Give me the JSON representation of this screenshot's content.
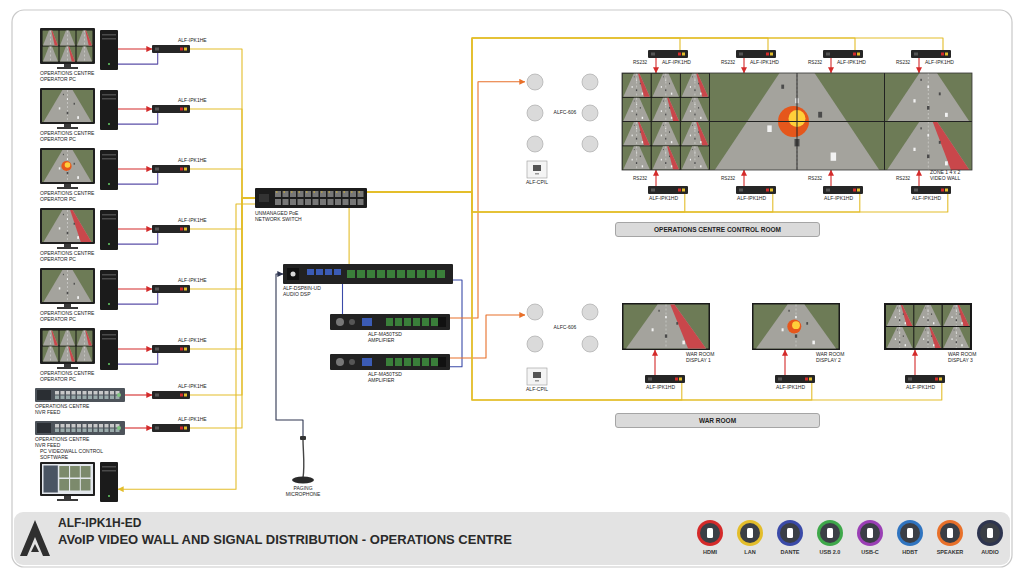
{
  "diagram": {
    "title": "AVoIP VIDEO WALL AND SIGNAL DISTRIBUTION - OPERATIONS CENTRE",
    "nodes": [
      {
        "text": [
          "OPERATIONS CENTRE OPERATOR PC"
        ]
      },
      {
        "text": [
          "ALF-IPK1HE"
        ]
      },
      {
        "text": [
          "OPERATIONS CENTRE OPERATOR PC"
        ]
      },
      {
        "text": [
          "ALF-IPK1HE"
        ]
      },
      {
        "text": [
          "OPERATIONS CENTRE OPERATOR PC"
        ]
      },
      {
        "text": [
          "ALF-IPK1HE"
        ]
      },
      {
        "text": [
          "OPERATIONS CENTRE OPERATOR PC"
        ]
      },
      {
        "text": [
          "ALF-IPK1HE"
        ]
      },
      {
        "text": [
          "OPERATIONS CENTRE OPERATOR PC"
        ]
      },
      {
        "text": [
          "ALF-IPK1HE"
        ]
      },
      {
        "text": [
          "OPERATIONS CENTRE OPERATOR PC"
        ]
      },
      {
        "text": [
          "ALF-IPK1HE"
        ]
      },
      {
        "text": [
          "OPERATIONS CENTRE NVR FEED"
        ]
      },
      {
        "text": [
          "ALF-IPK1HE"
        ]
      },
      {
        "text": [
          "OPERATIONS CENTRE NVR FEED"
        ]
      },
      {
        "text": [
          "ALF-IPK1HE"
        ]
      },
      {
        "text": [
          "PC VIDEOWALL CONTROL SOFTWARE"
        ]
      },
      {
        "text": [
          "UNMANAGED PoE NETWORK SWITCH"
        ]
      },
      {
        "text": [
          "ALF-DSP8IN-UD AUDIO DSP"
        ]
      },
      {
        "text": [
          "ALF-MA50TSD AMPLIFIER"
        ]
      },
      {
        "text": [
          "ALF-MA50TSD AMPLIFIER"
        ]
      },
      {
        "text": [
          "PAGING MICROPHONE"
        ]
      },
      {
        "text": [
          "ALFC-606"
        ]
      },
      {
        "text": [
          "ALF-CPIL"
        ]
      },
      {
        "text": [
          "ALF-IPK1HD"
        ]
      },
      {
        "text": [
          "ALF-IPK1HD"
        ]
      },
      {
        "text": [
          "ALF-IPK1HD"
        ]
      },
      {
        "text": [
          "ALF-IPK1HD"
        ]
      },
      {
        "text": [
          "ZONE 1 4 x 2 VIDEO WALL"
        ]
      },
      {
        "text": [
          "ALF-IPK1HD"
        ]
      },
      {
        "text": [
          "ALF-IPK1HD"
        ]
      },
      {
        "text": [
          "ALF-IPK1HD"
        ]
      },
      {
        "text": [
          "ALF-IPK1HD"
        ]
      },
      {
        "text": [
          "OPERATIONS CENTRE CONTROL ROOM"
        ]
      },
      {
        "text": [
          "ALFC-606"
        ]
      },
      {
        "text": [
          "ALF-CPIL"
        ]
      },
      {
        "text": [
          "WAR ROOM DISPLAY 1"
        ]
      },
      {
        "text": [
          "WAR ROOM DISPLAY 2"
        ]
      },
      {
        "text": [
          "WAR ROOM DISPLAY 3"
        ]
      },
      {
        "text": [
          "ALF-IPK1HD"
        ]
      },
      {
        "text": [
          "ALF-IPK1HD"
        ]
      },
      {
        "text": [
          "ALF-IPK1HD"
        ]
      },
      {
        "text": [
          "WAR ROOM"
        ]
      }
    ],
    "edges": [
      {
        "from": 0,
        "to": 1,
        "arrow": "to"
      },
      {
        "from": 1,
        "to": 0,
        "arrow": "none"
      },
      {
        "from": 1,
        "to": 17,
        "arrow": "none"
      },
      {
        "from": 2,
        "to": 3,
        "arrow": "to"
      },
      {
        "from": 3,
        "to": 2,
        "arrow": "none"
      },
      {
        "from": 3,
        "to": 17,
        "arrow": "none"
      },
      {
        "from": 4,
        "to": 5,
        "arrow": "to"
      },
      {
        "from": 5,
        "to": 4,
        "arrow": "none"
      },
      {
        "from": 5,
        "to": 17,
        "arrow": "none"
      },
      {
        "from": 6,
        "to": 7,
        "arrow": "to"
      },
      {
        "from": 7,
        "to": 6,
        "arrow": "none"
      },
      {
        "from": 7,
        "to": 17,
        "arrow": "none"
      },
      {
        "from": 8,
        "to": 9,
        "arrow": "to"
      },
      {
        "from": 9,
        "to": 8,
        "arrow": "none"
      },
      {
        "from": 9,
        "to": 17,
        "arrow": "none"
      },
      {
        "from": 10,
        "to": 11,
        "arrow": "to"
      },
      {
        "from": 11,
        "to": 10,
        "arrow": "none"
      },
      {
        "from": 11,
        "to": 17,
        "arrow": "none"
      },
      {
        "from": 12,
        "to": 13,
        "arrow": "to"
      },
      {
        "from": 13,
        "to": 17,
        "arrow": "none"
      },
      {
        "from": 14,
        "to": 15,
        "arrow": "to"
      },
      {
        "from": 15,
        "to": 17,
        "arrow": "none"
      },
      {
        "from": 17,
        "to": 16,
        "arrow": "to"
      },
      {
        "from": 17,
        "to": 18,
        "arrow": "none"
      },
      {
        "from": 18,
        "to": 19,
        "arrow": "none"
      },
      {
        "from": 18,
        "to": 20,
        "arrow": "none"
      },
      {
        "from": 21,
        "to": 18,
        "arrow": "to"
      },
      {
        "from": 19,
        "to": 22,
        "arrow": "to"
      },
      {
        "from": 20,
        "to": 34,
        "arrow": "to"
      },
      {
        "from": 17,
        "to": 24,
        "arrow": "none"
      },
      {
        "from": 17,
        "to": 25,
        "arrow": "none"
      },
      {
        "from": 17,
        "to": 26,
        "arrow": "none"
      },
      {
        "from": 17,
        "to": 27,
        "arrow": "none"
      },
      {
        "from": 17,
        "to": 29,
        "arrow": "none"
      },
      {
        "from": 17,
        "to": 30,
        "arrow": "none"
      },
      {
        "from": 17,
        "to": 31,
        "arrow": "none"
      },
      {
        "from": 17,
        "to": 32,
        "arrow": "none"
      },
      {
        "from": 17,
        "to": 39,
        "arrow": "none"
      },
      {
        "from": 17,
        "to": 40,
        "arrow": "none"
      },
      {
        "from": 17,
        "to": 41,
        "arrow": "none"
      },
      {
        "from": 24,
        "to": 28,
        "arrow": "to"
      },
      {
        "from": 25,
        "to": 28,
        "arrow": "to"
      },
      {
        "from": 26,
        "to": 28,
        "arrow": "to"
      },
      {
        "from": 27,
        "to": 28,
        "arrow": "to"
      },
      {
        "from": 29,
        "to": 28,
        "arrow": "to"
      },
      {
        "from": 30,
        "to": 28,
        "arrow": "to"
      },
      {
        "from": 31,
        "to": 28,
        "arrow": "to"
      },
      {
        "from": 32,
        "to": 28,
        "arrow": "to"
      },
      {
        "from": 39,
        "to": 36,
        "arrow": "to"
      },
      {
        "from": 40,
        "to": 37,
        "arrow": "to"
      },
      {
        "from": 41,
        "to": 38,
        "arrow": "to"
      }
    ],
    "labels": [
      "RS232",
      "RS232",
      "RS232",
      "RS232",
      "RS232",
      "RS232",
      "RS232",
      "RS232",
      "ALF-IPK1H-ED"
    ],
    "legend": [
      {
        "text": "HDMI",
        "color": "#d42a2a"
      },
      {
        "text": "LAN",
        "color": "#e3bd2b"
      },
      {
        "text": "DANTE",
        "color": "#3a4aa8"
      },
      {
        "text": "USB 2.0",
        "color": "#3ea84a"
      },
      {
        "text": "USB-C",
        "color": "#9a3fb5"
      },
      {
        "text": "HDBT",
        "color": "#2f74c0"
      },
      {
        "text": "SPEAKER",
        "color": "#e8702a"
      },
      {
        "text": "AUDIO",
        "color": "#2e3550"
      }
    ]
  }
}
